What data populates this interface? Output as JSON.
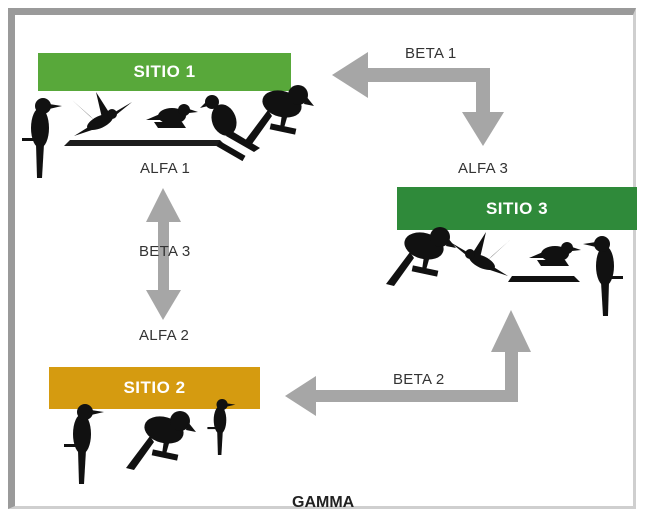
{
  "colors": {
    "site1_bg": "#58a83a",
    "site2_bg": "#d59b10",
    "site3_bg": "#2f8a3a",
    "arrow": "#a6a6a6",
    "silhouette": "#111111"
  },
  "sites": {
    "site1": "SITIO 1",
    "site2": "SITIO 2",
    "site3": "SITIO 3"
  },
  "alpha": {
    "a1": "ALFA 1",
    "a2": "ALFA 2",
    "a3": "ALFA 3"
  },
  "beta": {
    "b1": "BETA 1",
    "b2": "BETA 2",
    "b3": "BETA 3"
  },
  "gamma": "GAMMA",
  "icons": {
    "bird_silhouette": "bird-silhouette-icon",
    "hummingbird_silhouette": "hummingbird-silhouette-icon",
    "parrot_silhouette": "parrot-silhouette-icon"
  }
}
